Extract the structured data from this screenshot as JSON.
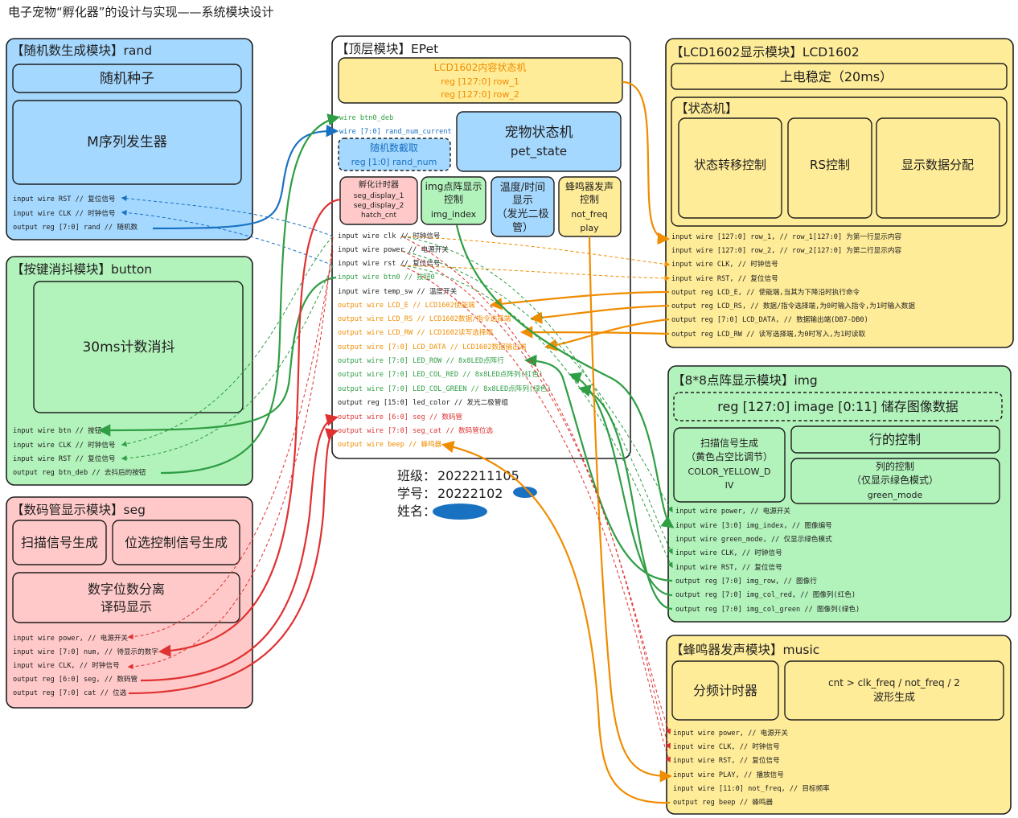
{
  "page_title": "电子宠物“孵化器”的设计与实现——系统模块设计",
  "colors": {
    "blue": "#a5d8ff",
    "green": "#b2f2bb",
    "pink": "#ffc9c9",
    "yellow": "#ffec99",
    "line_blue": "#1971c2",
    "line_green": "#2f9e44",
    "line_red": "#e03131",
    "line_orange": "#f08c00"
  },
  "rand": {
    "title": "【随机数生成模块】rand",
    "seed": "随机种子",
    "m_seq": "M序列发生器",
    "ports": [
      "input wire RST // 复位信号",
      "input wire CLK // 时钟信号",
      "output reg [7:0] rand // 随机数"
    ]
  },
  "button": {
    "title": "【按键消抖模块】button",
    "debounce": "30ms计数消抖",
    "ports": [
      "input wire btn // 按钮",
      "input wire CLK // 时钟信号",
      "input wire RST // 复位信号",
      "output reg btn_deb // 去抖后的按钮"
    ]
  },
  "seg": {
    "title": "【数码管显示模块】seg",
    "scan": "扫描信号生成",
    "pos": "位选控制信号生成",
    "decode_l1": "数字位数分离",
    "decode_l2": "译码显示",
    "ports": [
      "input wire power, // 电源开关",
      "input wire [7:0] num, // 待显示的数字",
      "input wire CLK, // 时钟信号",
      "output reg [6:0] seg, // 数码管",
      "output reg [7:0] cat // 位选"
    ]
  },
  "epet": {
    "title": "【顶层模块】EPet",
    "lcd_state": {
      "l1": "LCD1602内容状态机",
      "l2": "reg [127:0] row_1",
      "l3": "reg [127:0] row_2"
    },
    "wires": [
      "wire btn0_deb",
      "wire [7:0] rand_num_current"
    ],
    "rand_cut": {
      "l1": "随机数截取",
      "l2": "reg [1:0] rand_num"
    },
    "pet_state": {
      "l1": "宠物状态机",
      "l2": "pet_state"
    },
    "hatch": {
      "l1": "孵化计时器",
      "l2": "seg_display_1",
      "l3": "seg_display_2",
      "l4": "hatch_cnt"
    },
    "img_ctrl": {
      "l1": "img点阵显示",
      "l2": "控制",
      "l3": "img_index"
    },
    "temp": {
      "l1": "温度/时间",
      "l2": "显示",
      "l3": "（发光二极",
      "l4": "管）"
    },
    "buzzer": {
      "l1": "蜂鸣器发声",
      "l2": "控制",
      "l3": "not_freq",
      "l4": "play"
    },
    "ports": [
      "input wire clk // 时钟信号",
      "input wire power // 电源开关",
      "input wire rst // 复位信号",
      "input wire btn0 // 按钮0",
      "input wire temp_sw // 温度开关",
      "output wire LCD_E // LCD1602使能端",
      "output wire LCD_RS // LCD1602数据/指令选择端",
      "output wire LCD_RW // LCD1602读写选择端",
      "output wire [7:0] LCD_DATA // LCD1602数据输出端",
      "output wire [7:0] LED_ROW // 8x8LED点阵行",
      "output wire [7:0] LED_COL_RED // 8x8LED点阵列(红色)",
      "output wire [7:0] LED_COL_GREEN // 8x8LED点阵列(绿色)",
      "output reg [15:0] led_color // 发光二极管组",
      "output wire [6:0] seg // 数码管",
      "output wire [7:0] seg_cat // 数码管位选",
      "output wire beep // 蜂鸣器"
    ]
  },
  "student": {
    "class_label": "班级：",
    "class_value": "2022211105",
    "id_label": "学号：",
    "id_value": "20222102",
    "name_label": "姓名："
  },
  "lcd": {
    "title": "【LCD1602显示模块】LCD1602",
    "power_on": "上电稳定（20ms）",
    "fsm": "【状态机】",
    "fsm_boxes": [
      "状态转移控制",
      "RS控制",
      "显示数据分配"
    ],
    "ports": [
      "input wire [127:0] row_1, // row_1[127:0] 为第一行显示内容",
      "input wire [127:0] row_2, // row_2[127:0] 为第二行显示内容",
      "input wire CLK, // 时钟信号",
      "input wire RST, // 复位信号",
      "output reg LCD_E, // 使能端,当其为下降沿时执行命令",
      "output reg LCD_RS, // 数据/指令选择端,为0时输入指令,为1时输入数据",
      "output reg [7:0] LCD_DATA, // 数据输出端(DB7-DB0)",
      "output reg LCD_RW // 读写选择端,为0时写入,为1时读取"
    ]
  },
  "img": {
    "title": "【8*8点阵显示模块】img",
    "storage": "reg [127:0] image [0:11] 储存图像数据",
    "scan": {
      "l1": "扫描信号生成",
      "l2": "（黄色占空比调节）",
      "l3": "COLOR_YELLOW_D",
      "l4": "IV"
    },
    "row_ctrl": "行的控制",
    "col_ctrl": {
      "l1": "列的控制",
      "l2": "（仅显示绿色模式）",
      "l3": "green_mode"
    },
    "ports": [
      "input wire power, // 电源开关",
      "input wire [3:0] img_index, // 图像编号",
      "input wire green_mode, // 仅显示绿色模式",
      "input wire CLK, // 时钟信号",
      "input wire RST, // 复位信号",
      "output reg [7:0] img_row, // 图像行",
      "output reg [7:0] img_col_red, // 图像列(红色)",
      "output reg [7:0] img_col_green // 图像列(绿色)"
    ]
  },
  "music": {
    "title": "【蜂鸣器发声模块】music",
    "divider": "分频计时器",
    "wave_l1": "cnt > clk_freq / not_freq / 2",
    "wave_l2": "波形生成",
    "ports": [
      "input wire power, // 电源开关",
      "input wire CLK, // 时钟信号",
      "input wire RST, // 复位信号",
      "input wire PLAY, // 播放信号",
      "input wire [11:0] not_freq, // 目标频率",
      "output reg beep // 蜂鸣器"
    ]
  }
}
